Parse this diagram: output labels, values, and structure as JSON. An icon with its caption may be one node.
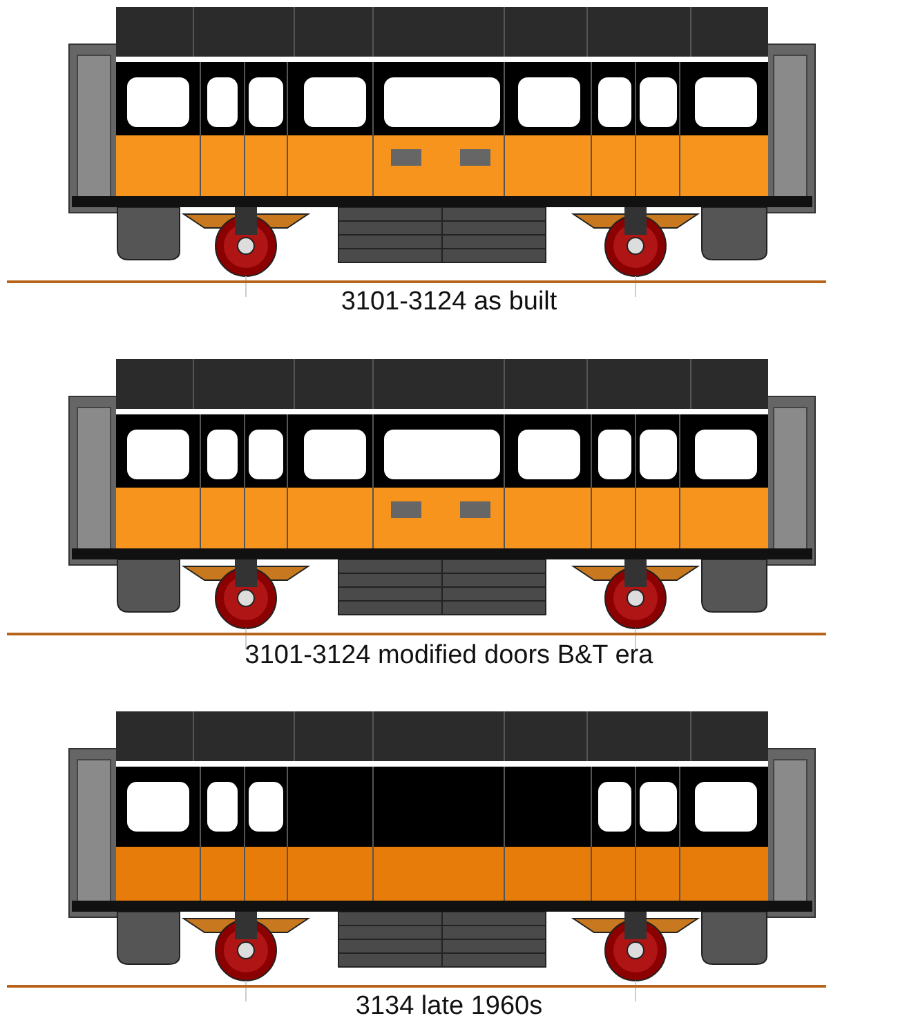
{
  "diagram": {
    "labels": [
      "3101-3124 as built",
      "3101-3124 modified doors B&T era",
      "3134 late 1960s"
    ]
  }
}
